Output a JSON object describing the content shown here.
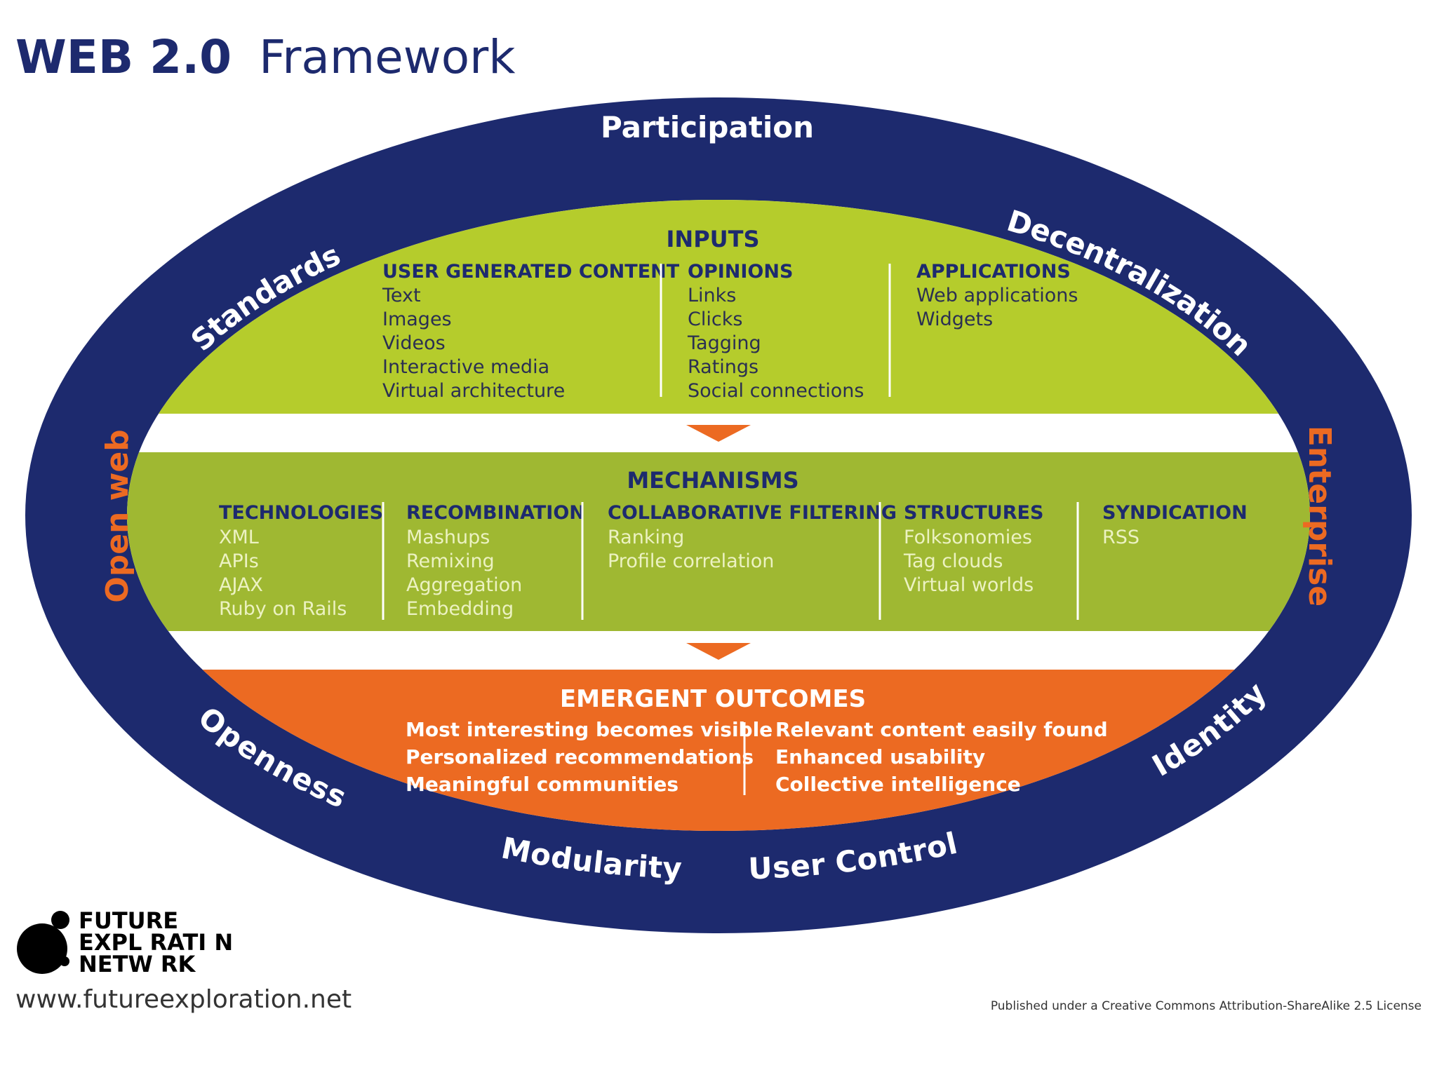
{
  "title": {
    "bold": "WEB 2.0",
    "light": "Framework"
  },
  "ring_labels": {
    "top": "Participation",
    "top_left": "Standards",
    "top_right": "Decentralization",
    "left": "Open web",
    "right": "Enterprise",
    "bottom_left": "Openness",
    "bottom_right": "Identity",
    "bottom_center_left": "Modularity",
    "bottom_center_right": "User Control"
  },
  "inputs": {
    "title": "INPUTS",
    "columns": [
      {
        "header": "USER GENERATED CONTENT",
        "items": [
          "Text",
          "Images",
          "Videos",
          "Interactive media",
          "Virtual architecture"
        ]
      },
      {
        "header": "OPINIONS",
        "items": [
          "Links",
          "Clicks",
          "Tagging",
          "Ratings",
          "Social connections"
        ]
      },
      {
        "header": "APPLICATIONS",
        "items": [
          "Web applications",
          "Widgets"
        ]
      }
    ]
  },
  "mechanisms": {
    "title": "MECHANISMS",
    "columns": [
      {
        "header": "TECHNOLOGIES",
        "items": [
          "XML",
          "APIs",
          "AJAX",
          "Ruby on Rails"
        ]
      },
      {
        "header": "RECOMBINATION",
        "items": [
          "Mashups",
          "Remixing",
          "Aggregation",
          "Embedding"
        ]
      },
      {
        "header": "COLLABORATIVE FILTERING",
        "items": [
          "Ranking",
          "Profile correlation"
        ]
      },
      {
        "header": "STRUCTURES",
        "items": [
          "Folksonomies",
          "Tag clouds",
          "Virtual worlds"
        ]
      },
      {
        "header": "SYNDICATION",
        "items": [
          "RSS"
        ]
      }
    ]
  },
  "outcomes": {
    "title": "EMERGENT OUTCOMES",
    "columns": [
      {
        "items": [
          "Most interesting becomes visible",
          "Personalized recommendations",
          "Meaningful communities"
        ]
      },
      {
        "items": [
          "Relevant content easily found",
          "Enhanced usability",
          "Collective intelligence"
        ]
      }
    ]
  },
  "logo": {
    "line1": "FUTURE",
    "line2": "EXPL  RATI  N",
    "line3": "NETW  RK"
  },
  "website": "www.futureexploration.net",
  "license": "Published under a Creative Commons Attribution-ShareAlike 2.5 License",
  "colors": {
    "navy": "#1d2a6e",
    "lime": "#b5cc2c",
    "olive": "#9fb832",
    "orange": "#ec6a22",
    "white": "#ffffff"
  }
}
